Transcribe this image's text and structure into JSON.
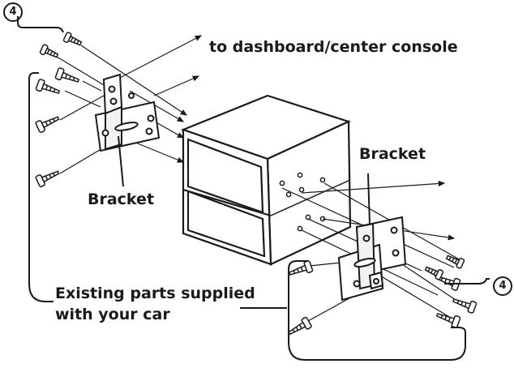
{
  "labels": {
    "dashboard": "to dashboard/center console",
    "bracket_left": "Bracket",
    "bracket_right": "Bracket",
    "existing_line1": "Existing parts supplied",
    "existing_line2": "with your car"
  },
  "part_number": "4",
  "colors": {
    "ink": "#1a1a1a",
    "fill": "#ffffff",
    "light": "#e8e8e8"
  }
}
